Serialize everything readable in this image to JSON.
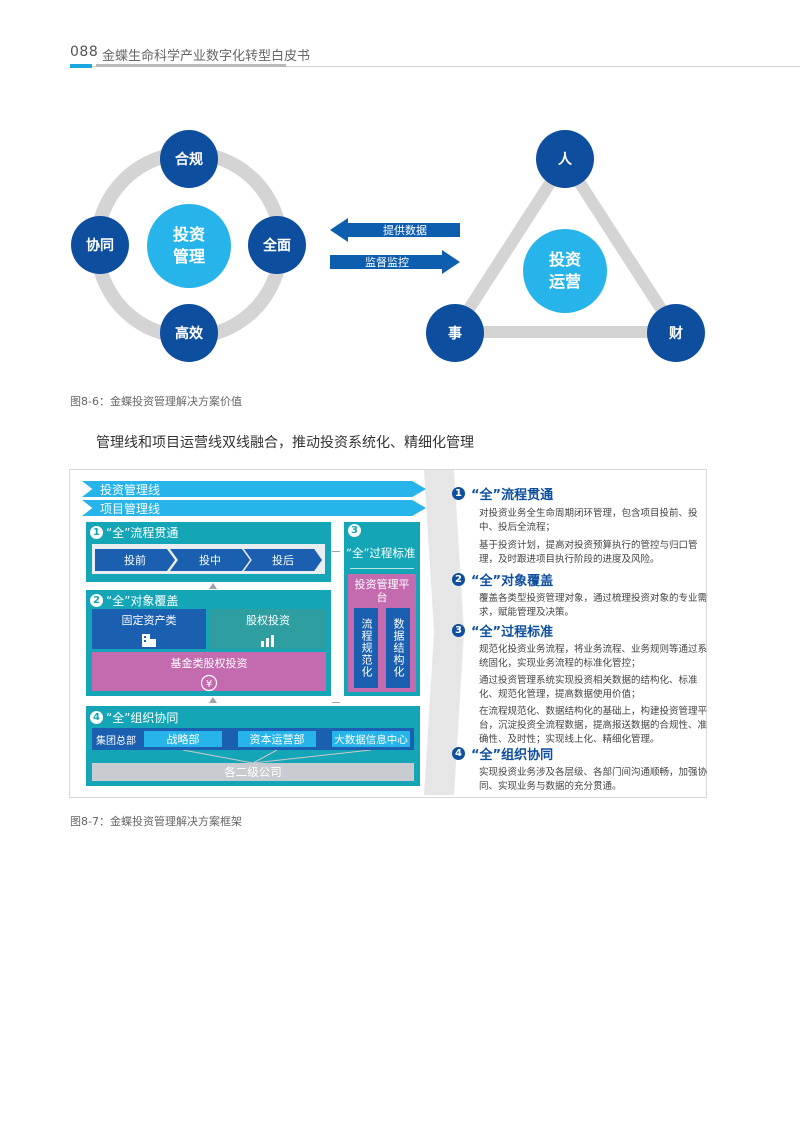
{
  "header": {
    "page_number": "088",
    "title": "金蝶生命科学产业数字化转型白皮书"
  },
  "fig1": {
    "left_center": "投资\n管理",
    "left_nodes": {
      "top": "合规",
      "right": "全面",
      "bottom": "高效",
      "left": "协同"
    },
    "arrow_left_label": "提供数据",
    "arrow_right_label": "监督监控",
    "right_center": "投资\n运营",
    "right_nodes": {
      "top": "人",
      "bottom_left": "事",
      "bottom_right": "财"
    },
    "caption": "图8-6：金蝶投资管理解决方案价值"
  },
  "subheading": "管理线和项目运营线双线融合，推动投资系统化、精细化管理",
  "fig2": {
    "bar1": "投资管理线",
    "bar2": "项目管理线",
    "sec1": {
      "num": "1",
      "title": "“全”流程贯通",
      "stages": [
        "投前",
        "投中",
        "投后"
      ]
    },
    "sec2": {
      "num": "2",
      "title": "“全”对象覆盖",
      "fixed_assets": "固定资产类",
      "equity": "股权投资",
      "fund": "基金类股权投资"
    },
    "sec3": {
      "num": "3",
      "title": "“全”过程标准",
      "platform": "投资管理平台",
      "col_a": "流程规范化",
      "col_b": "数据结构化"
    },
    "sec4": {
      "num": "4",
      "title": "“全”组织协同",
      "hq": "集团总部",
      "depts": [
        "战略部",
        "资本运营部",
        "大数据信息中心"
      ],
      "subs": "各二级公司"
    },
    "right": [
      {
        "num": "1",
        "title": "“全”流程贯通",
        "paras": [
          "对投资业务全生命周期闭环管理，包含项目投前、投中、投后全流程；",
          "基于投资计划，提高对投资预算执行的管控与归口管理，及时跟进项目执行阶段的进度及风险。"
        ]
      },
      {
        "num": "2",
        "title": "“全”对象覆盖",
        "paras": [
          "覆盖各类型投资管理对象，通过梳理投资对象的专业需求，赋能管理及决策。"
        ]
      },
      {
        "num": "3",
        "title": "“全”过程标准",
        "paras": [
          "规范化投资业务流程，将业务流程、业务规则等通过系统固化，实现业务流程的标准化管控；",
          "通过投资管理系统实现投资相关数据的结构化、标准化、规范化管理，提高数据使用价值；",
          "在流程规范化、数据结构化的基础上，构建投资管理平台，沉淀投资全流程数据，提高报送数据的合规性、准确性、及时性；实现线上化、精细化管理。"
        ]
      },
      {
        "num": "4",
        "title": "“全”组织协同",
        "paras": [
          "实现投资业务涉及各层级、各部门间沟通顺畅，加强协同、实现业务与数据的充分贯通。"
        ]
      }
    ],
    "caption": "图8-7：金蝶投资管理解决方案框架"
  },
  "colors": {
    "dark_blue": "#0e4e9e",
    "light_blue": "#27b4ea",
    "teal": "#14a6b6",
    "equity_teal": "#2f9ea0",
    "fund_pink": "#c46bb0",
    "ring_gray": "#d4d4d4"
  }
}
